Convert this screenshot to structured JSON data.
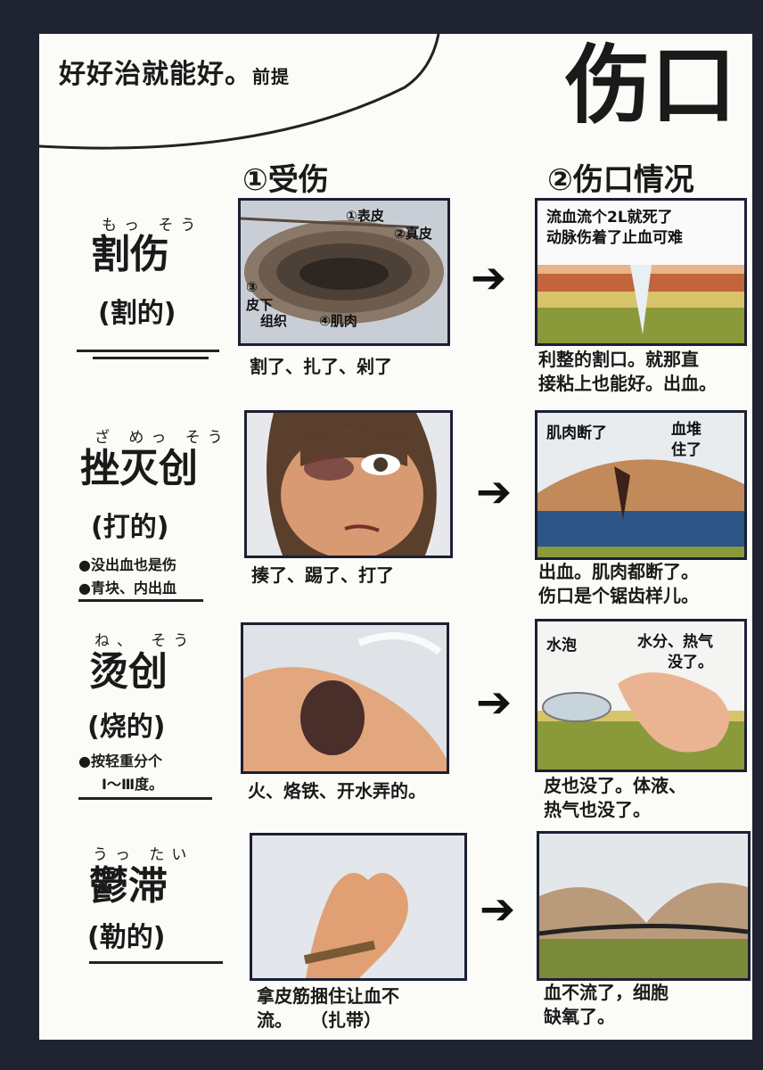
{
  "header": {
    "tagline": "好好治就能好。",
    "premise": "前提",
    "title": "伤口"
  },
  "columns": {
    "injury": "①受伤",
    "condition": "②伤口情况"
  },
  "rows": [
    {
      "ruby": "もっ そう",
      "term": "割伤",
      "sub": "(割的)",
      "notes": [],
      "panel_labels": [
        "①表皮",
        "②真皮",
        "③",
        "皮下",
        "组织",
        "④肌肉"
      ],
      "caption1": "割了、扎了、剁了",
      "condition_note": "流血流个2L就死了\n动脉伤着了止血可难",
      "caption2": "利整的割口。就那直\n接粘上也能好。出血。"
    },
    {
      "ruby": "ざ めっ そう",
      "term": "挫灭创",
      "sub": "(打的)",
      "notes": [
        "●没出血也是伤",
        "●青块、内出血"
      ],
      "caption1": "揍了、踢了、打了",
      "condition_note_a": "肌肉断了",
      "condition_note_b": "血堆\n住了",
      "caption2": "出血。肌肉都断了。\n伤口是个锯齿样儿。"
    },
    {
      "ruby": "ね、 そう",
      "term": "烫创",
      "sub": "(烧的)",
      "notes": [
        "●按轻重分个",
        "Ⅰ～Ⅲ度。"
      ],
      "caption1": "火、烙铁、开水弄的。",
      "condition_note_a": "水泡",
      "condition_note_b": "水分、热气\n没了。",
      "caption2": "皮也没了。体液、\n热气也没了。"
    },
    {
      "ruby": "うっ たい",
      "term": "鬱滞",
      "sub": "(勒的)",
      "notes": [],
      "caption1": "拿皮筋捆住让血不\n流。　　（扎带）",
      "caption2": "血不流了，细胞\n缺氧了。"
    }
  ],
  "arrow_glyph": "➔",
  "colors": {
    "frame": "#1c2033",
    "background": "#1f2430",
    "paper": "#fbfbf7",
    "blood": "#b3262a",
    "skin": "#e8b48a",
    "muscle": "#c2643c",
    "fat": "#d9c36a",
    "green_layer": "#8a9a3a"
  }
}
